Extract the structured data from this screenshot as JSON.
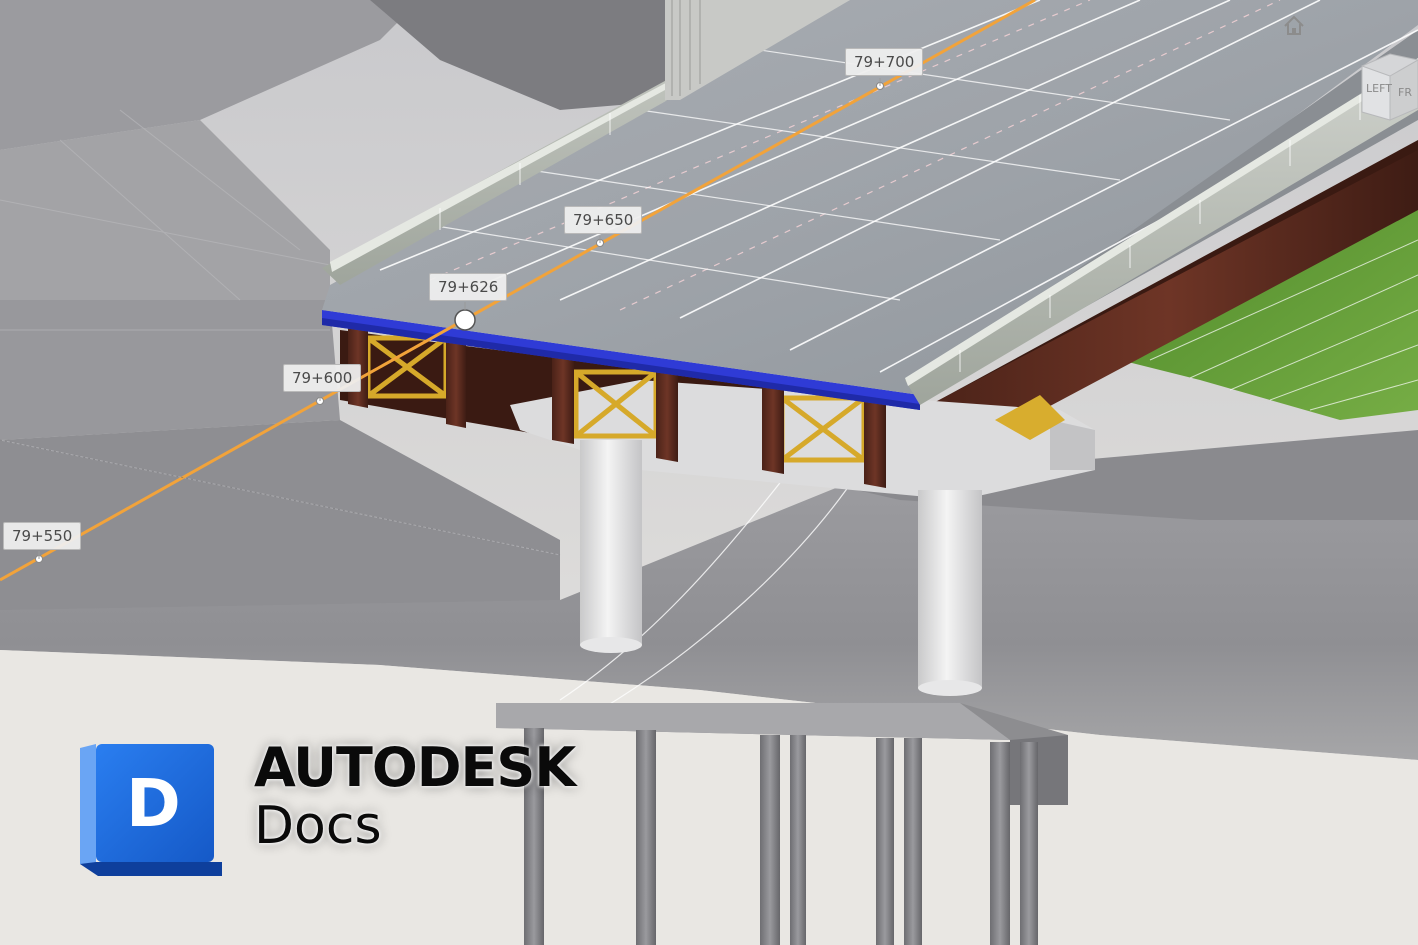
{
  "viewer": {
    "stations": [
      "79+700",
      "79+650",
      "79+626",
      "79+600",
      "79+550"
    ],
    "viewcube_faces": [
      "LEFT",
      "FR"
    ],
    "alignment_color": "#f2a33a",
    "deck_edge_color": "#2f3bd6",
    "bracing_color": "#d6a92a",
    "girder_color": "#5a2c20"
  },
  "branding": {
    "logo_letter": "D",
    "company": "AUTODESK",
    "product": "Docs",
    "logo_color": "#1e6ee0"
  },
  "icons": {
    "home": "home-icon",
    "viewcube": "viewcube-icon",
    "logo": "autodesk-docs-logo-icon"
  }
}
